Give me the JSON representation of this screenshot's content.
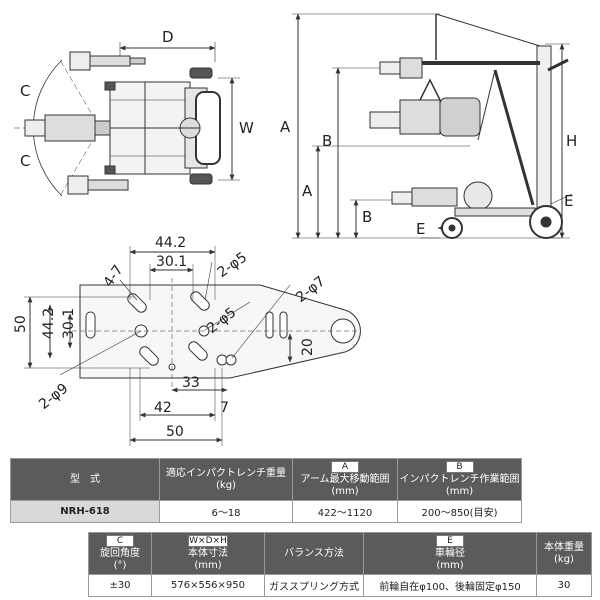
{
  "dims_top": {
    "D": "D",
    "W": "W",
    "C1": "C",
    "C2": "C"
  },
  "dims_side": {
    "A_outer": "A",
    "B_outer": "B",
    "A_inner": "A",
    "B_inner": "B",
    "E": "E",
    "H": "H",
    "E_right": "E"
  },
  "plate_dims": {
    "d44_2_top": "44.2",
    "d30_1_top": "30.1",
    "d47": "4-7",
    "d2phi5_top": "2-φ5",
    "d2phi7": "2-φ7",
    "d2phi5_mid": "2-φ5",
    "d50_left": "50",
    "d44_2_left": "44.2",
    "d30_1_left": "30.1",
    "d20": "20",
    "d2phi9": "2-φ9",
    "d33": "33",
    "d42": "42",
    "d7": "7",
    "d50_bottom": "50"
  },
  "table1": {
    "headers": {
      "model": "型　式",
      "wrench_weight": "適応インパクトレンチ重量",
      "wrench_weight_unit": "(kg)",
      "a_letter": "A",
      "a_label": "アーム最大移動範囲",
      "a_unit": "(mm)",
      "b_letter": "B",
      "b_label": "インパクトレンチ作業範囲",
      "b_unit": "(mm)"
    },
    "row": {
      "model": "NRH-618",
      "wrench_weight": "6～18",
      "a_value": "422～1120",
      "b_value": "200～850(目安)"
    }
  },
  "table2": {
    "headers": {
      "c_letter": "C",
      "c_label": "旋回角度",
      "c_unit": "(°)",
      "wdh_letter": "W×D×H",
      "wdh_label": "本体寸法",
      "wdh_unit": "(mm)",
      "balance": "バランス方法",
      "e_letter": "E",
      "e_label": "車輪径",
      "e_unit": "(mm)",
      "weight_label": "本体重量",
      "weight_unit": "(kg)"
    },
    "row": {
      "c_value": "±30",
      "wdh_value": "576×556×950",
      "balance_value": "ガススプリング方式",
      "e_value": "前輪自在φ100、後輪固定φ150",
      "weight_value": "30"
    }
  }
}
